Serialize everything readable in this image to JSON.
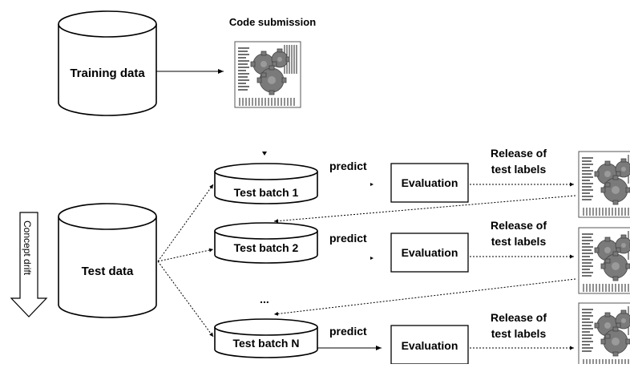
{
  "diagram": {
    "training_store": {
      "label": "Training data"
    },
    "code_submission": {
      "label": "Code submission"
    },
    "test_store": {
      "label": "Test data"
    },
    "concept_drift": {
      "label": "Concept drift"
    },
    "batches": [
      {
        "label": "Test batch 1",
        "predict": "predict",
        "evaluation": "Evaluation",
        "release_line1": "Release of",
        "release_line2": "test labels"
      },
      {
        "label": "Test batch 2",
        "predict": "predict",
        "evaluation": "Evaluation",
        "release_line1": "Release of",
        "release_line2": "test labels"
      },
      {
        "label": "Test batch N",
        "predict": "predict",
        "evaluation": "Evaluation",
        "release_line1": "Release of",
        "release_line2": "test labels"
      }
    ],
    "ellipsis": "..."
  }
}
